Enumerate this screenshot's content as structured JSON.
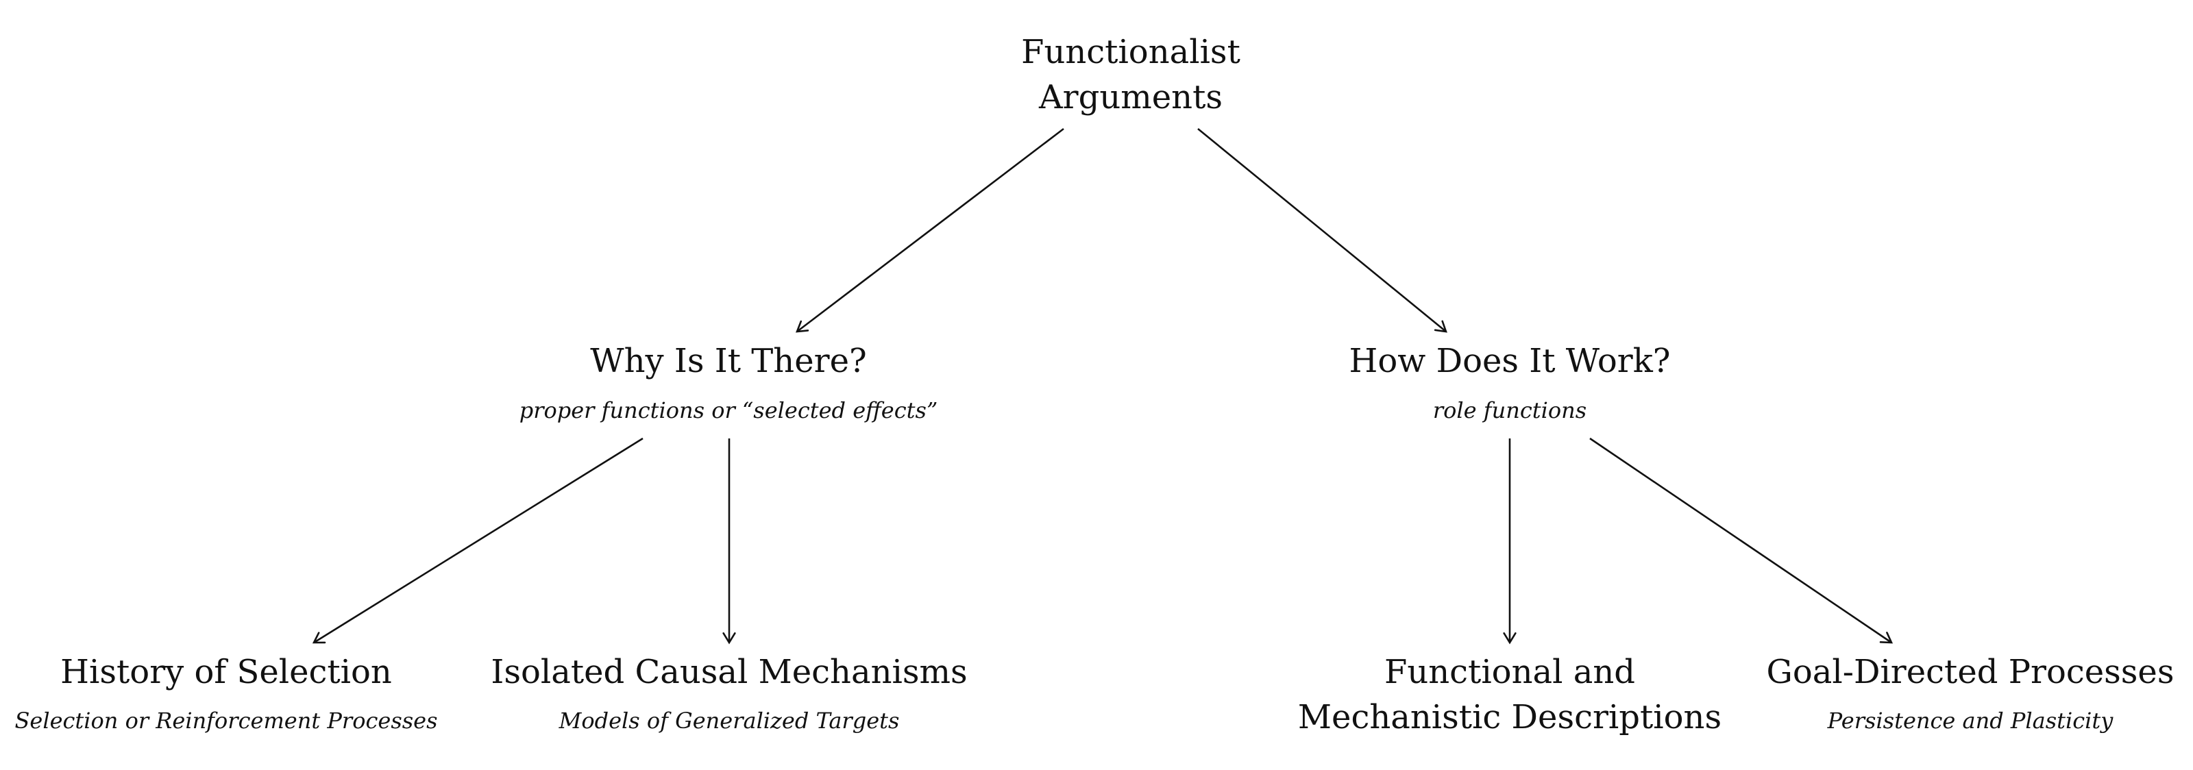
{
  "nodes": {
    "root": {
      "title_lines": [
        "Functionalist",
        "Arguments"
      ]
    },
    "why": {
      "title_lines": [
        "Why Is It There?"
      ],
      "subtitle": "proper functions or “selected effects”"
    },
    "how": {
      "title_lines": [
        "How Does It Work?"
      ],
      "subtitle": "role functions"
    },
    "history": {
      "title_lines": [
        "History of Selection"
      ],
      "subtitle": "Selection or Reinforcement Processes"
    },
    "isolated": {
      "title_lines": [
        "Isolated Causal Mechanisms"
      ],
      "subtitle": "Models of Generalized Targets"
    },
    "functional": {
      "title_lines": [
        "Functional and",
        "Mechanistic Descriptions"
      ]
    },
    "goal": {
      "title_lines": [
        "Goal-Directed Processes"
      ],
      "subtitle": "Persistence and Plasticity"
    }
  },
  "edges": [
    {
      "from": "root",
      "to": "why"
    },
    {
      "from": "root",
      "to": "how"
    },
    {
      "from": "why",
      "to": "history"
    },
    {
      "from": "why",
      "to": "isolated"
    },
    {
      "from": "how",
      "to": "functional"
    },
    {
      "from": "how",
      "to": "goal"
    }
  ]
}
